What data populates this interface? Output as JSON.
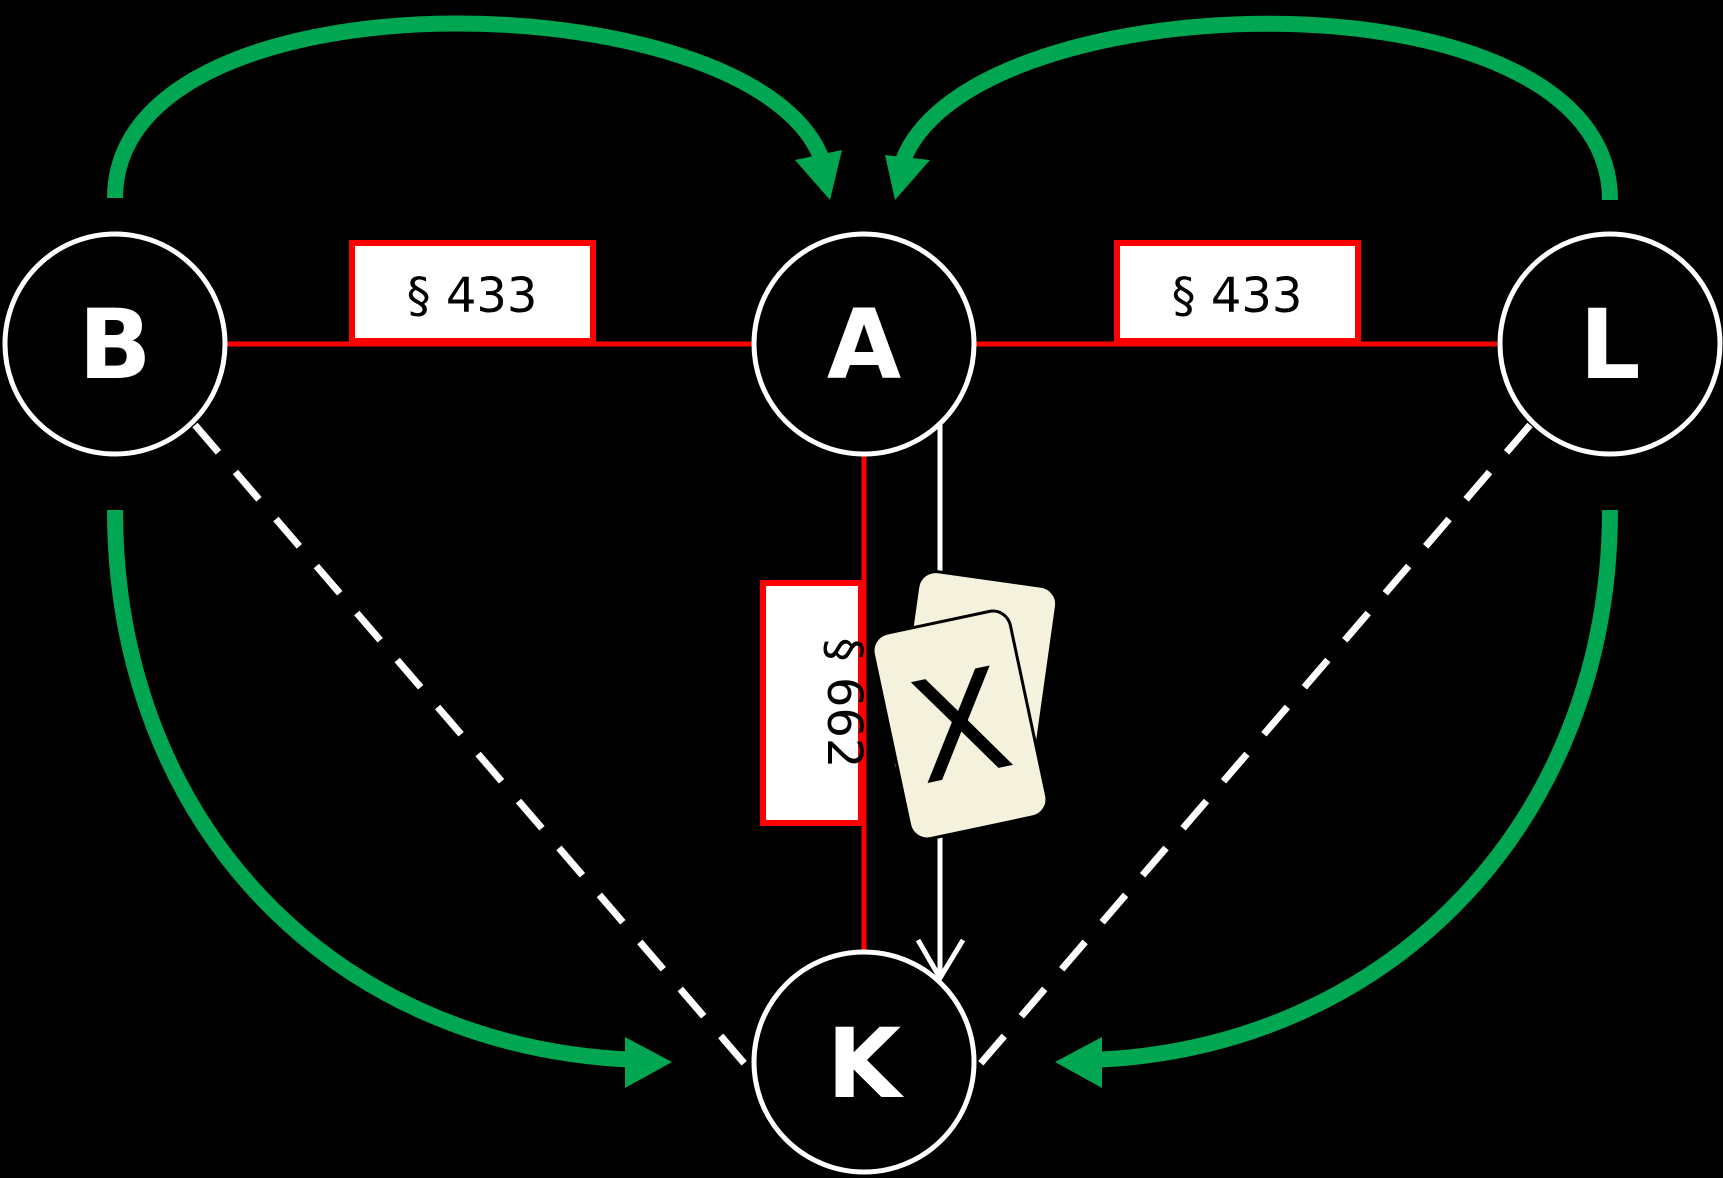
{
  "nodes": {
    "a": {
      "letter": "A"
    },
    "b": {
      "letter": "B"
    },
    "l": {
      "letter": "L"
    },
    "k": {
      "letter": "K"
    }
  },
  "relations": {
    "b_a": {
      "label": "§ 433"
    },
    "a_l": {
      "label": "§ 433"
    },
    "a_k": {
      "label": "§ 662"
    }
  },
  "card": {
    "mark": "X"
  },
  "colors": {
    "background": "#000000",
    "node_stroke": "#ffffff",
    "contract_line": "#ff0000",
    "flow_arrow": "#00a651",
    "dashed_line": "#ffffff",
    "card_fill": "#f4f1dc"
  }
}
